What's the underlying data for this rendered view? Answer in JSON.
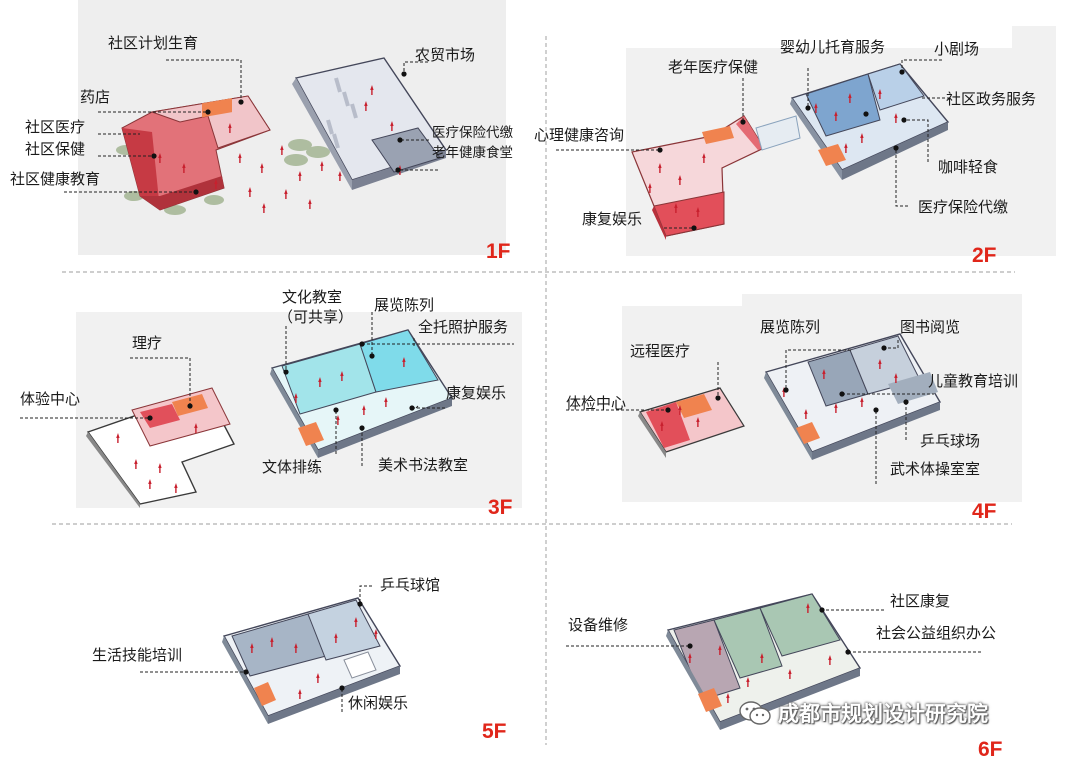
{
  "watermark": "成都市规划设计研究院",
  "colors": {
    "medical_red": "#d9434d",
    "medical_pink": "#f3c6ca",
    "accent_orange": "#f0834f",
    "service_blue": "#8fb4d6",
    "culture_cyan": "#9fe4ec",
    "study_grey_blue": "#b8c6d6",
    "rehab_green": "#a9c7b3",
    "floor_label_red": "#e0261a"
  },
  "panels": [
    {
      "floor": "1F",
      "labels": [
        "社区计划生育",
        "药店",
        "社区医疗",
        "社区保健",
        "社区健康教育",
        "农贸市场",
        "医疗保险代缴",
        "老年健康食堂"
      ]
    },
    {
      "floor": "2F",
      "labels": [
        "婴幼儿托育服务",
        "小剧场",
        "老年医疗保健",
        "社区政务服务",
        "心理健康咨询",
        "咖啡轻食",
        "医疗保险代缴",
        "康复娱乐"
      ]
    },
    {
      "floor": "3F",
      "labels": [
        "文化教室",
        "（可共享）",
        "展览陈列",
        "全托照护服务",
        "理疗",
        "体验中心",
        "康复娱乐",
        "文体排练",
        "美术书法教室"
      ]
    },
    {
      "floor": "4F",
      "labels": [
        "展览陈列",
        "图书阅览",
        "远程医疗",
        "儿童教育培训",
        "体检中心",
        "乒乓球场",
        "武术体操室室"
      ]
    },
    {
      "floor": "5F",
      "labels": [
        "乒乓球馆",
        "生活技能培训",
        "休闲娱乐"
      ]
    },
    {
      "floor": "6F",
      "labels": [
        "设备维修",
        "社区康复",
        "社会公益组织办公"
      ]
    }
  ]
}
